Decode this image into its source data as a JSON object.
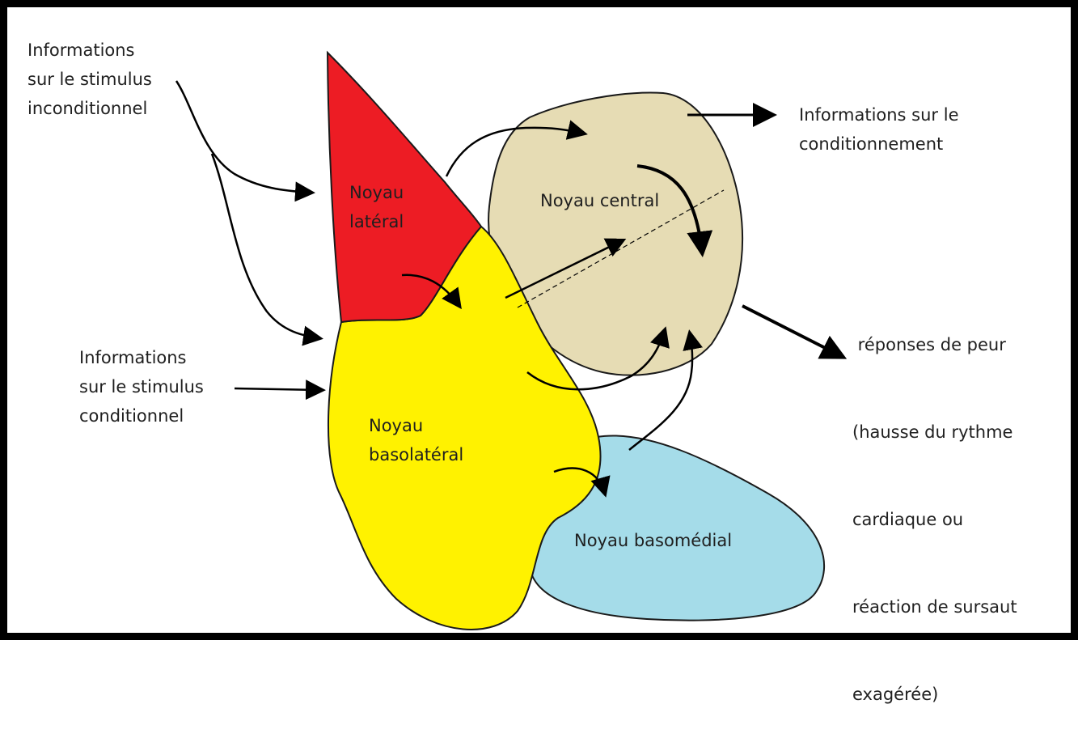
{
  "colors": {
    "lateral": "#ed1c24",
    "basolateral": "#fff200",
    "central": "#e6dcb4",
    "basomedial": "#a5dce9",
    "arrows": "#000000"
  },
  "nuclei": {
    "lateral": [
      "Noyau",
      "latéral"
    ],
    "basolateral": [
      "Noyau",
      "basolatéral"
    ],
    "central": "Noyau central",
    "basomedial": "Noyau basomédial"
  },
  "inputs": {
    "unconditioned": [
      "Informations",
      "sur le stimulus",
      "inconditionnel"
    ],
    "conditioned": [
      "Informations",
      "sur le stimulus",
      "conditionnel"
    ]
  },
  "outputs": {
    "conditioning": [
      "Informations sur le",
      "conditionnement"
    ],
    "fear": [
      " réponses de peur",
      "(hausse du rythme",
      "cardiaque ou",
      "réaction de sursaut",
      "exagérée)"
    ]
  }
}
